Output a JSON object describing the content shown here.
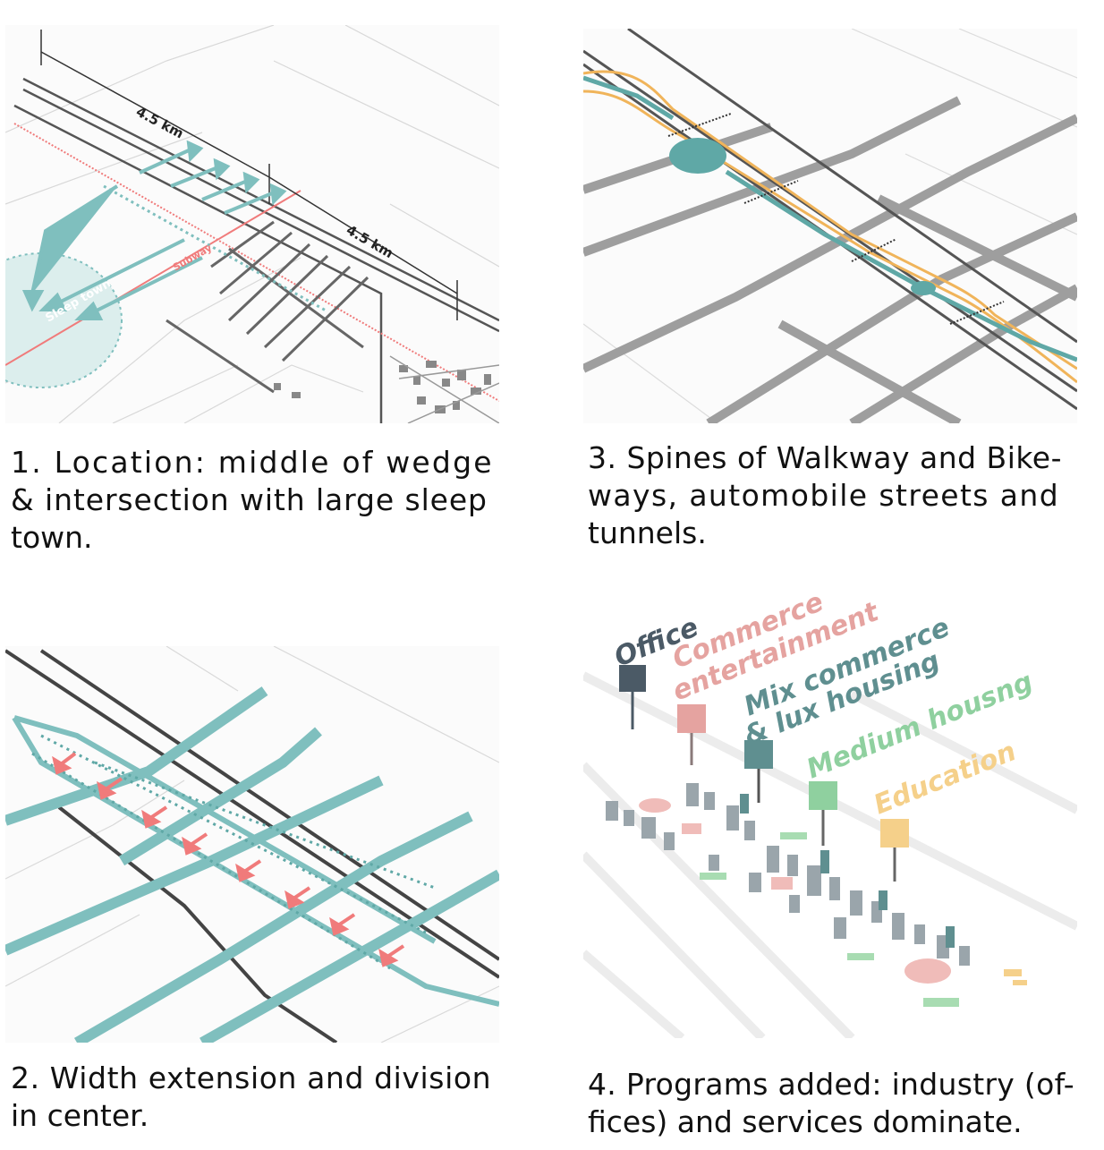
{
  "panels": [
    {
      "id": 1,
      "labels": {
        "dim_a": "4.5 km",
        "dim_b": "4.5 km",
        "subway": "Subway",
        "sleep_town": "Sleep town"
      },
      "caption_lines": [
        "1. Location: middle of wedge",
        "& intersection with large sleep",
        "town."
      ]
    },
    {
      "id": 2,
      "caption_lines": [
        "2. Width extension and division",
        "in center."
      ]
    },
    {
      "id": 3,
      "caption_lines": [
        "3. Spines of Walkway and Bike-",
        "ways, automobile streets and",
        "tunnels."
      ]
    },
    {
      "id": 4,
      "programs": [
        {
          "label": "Office",
          "color": "#4b5a66"
        },
        {
          "label": "Commerce",
          "color": "#e5a3a0"
        },
        {
          "label": "entertainment",
          "color": "#e5a3a0"
        },
        {
          "label": "Mix commerce",
          "color": "#5f8f90"
        },
        {
          "label": "& lux housing",
          "color": "#5f8f90"
        },
        {
          "label": "Medium housng",
          "color": "#8fd09f"
        },
        {
          "label": "Education",
          "color": "#f5d08a"
        }
      ],
      "caption_lines": [
        "4. Programs added: industry (of-",
        "fices) and services dominate."
      ]
    }
  ],
  "colors": {
    "teal": "#7fbfbe",
    "teal_dark": "#5fa8a6",
    "red": "#f07b7b",
    "orange": "#f0b45a",
    "road_gray": "#b9b9b9",
    "dark_line": "#444444"
  }
}
